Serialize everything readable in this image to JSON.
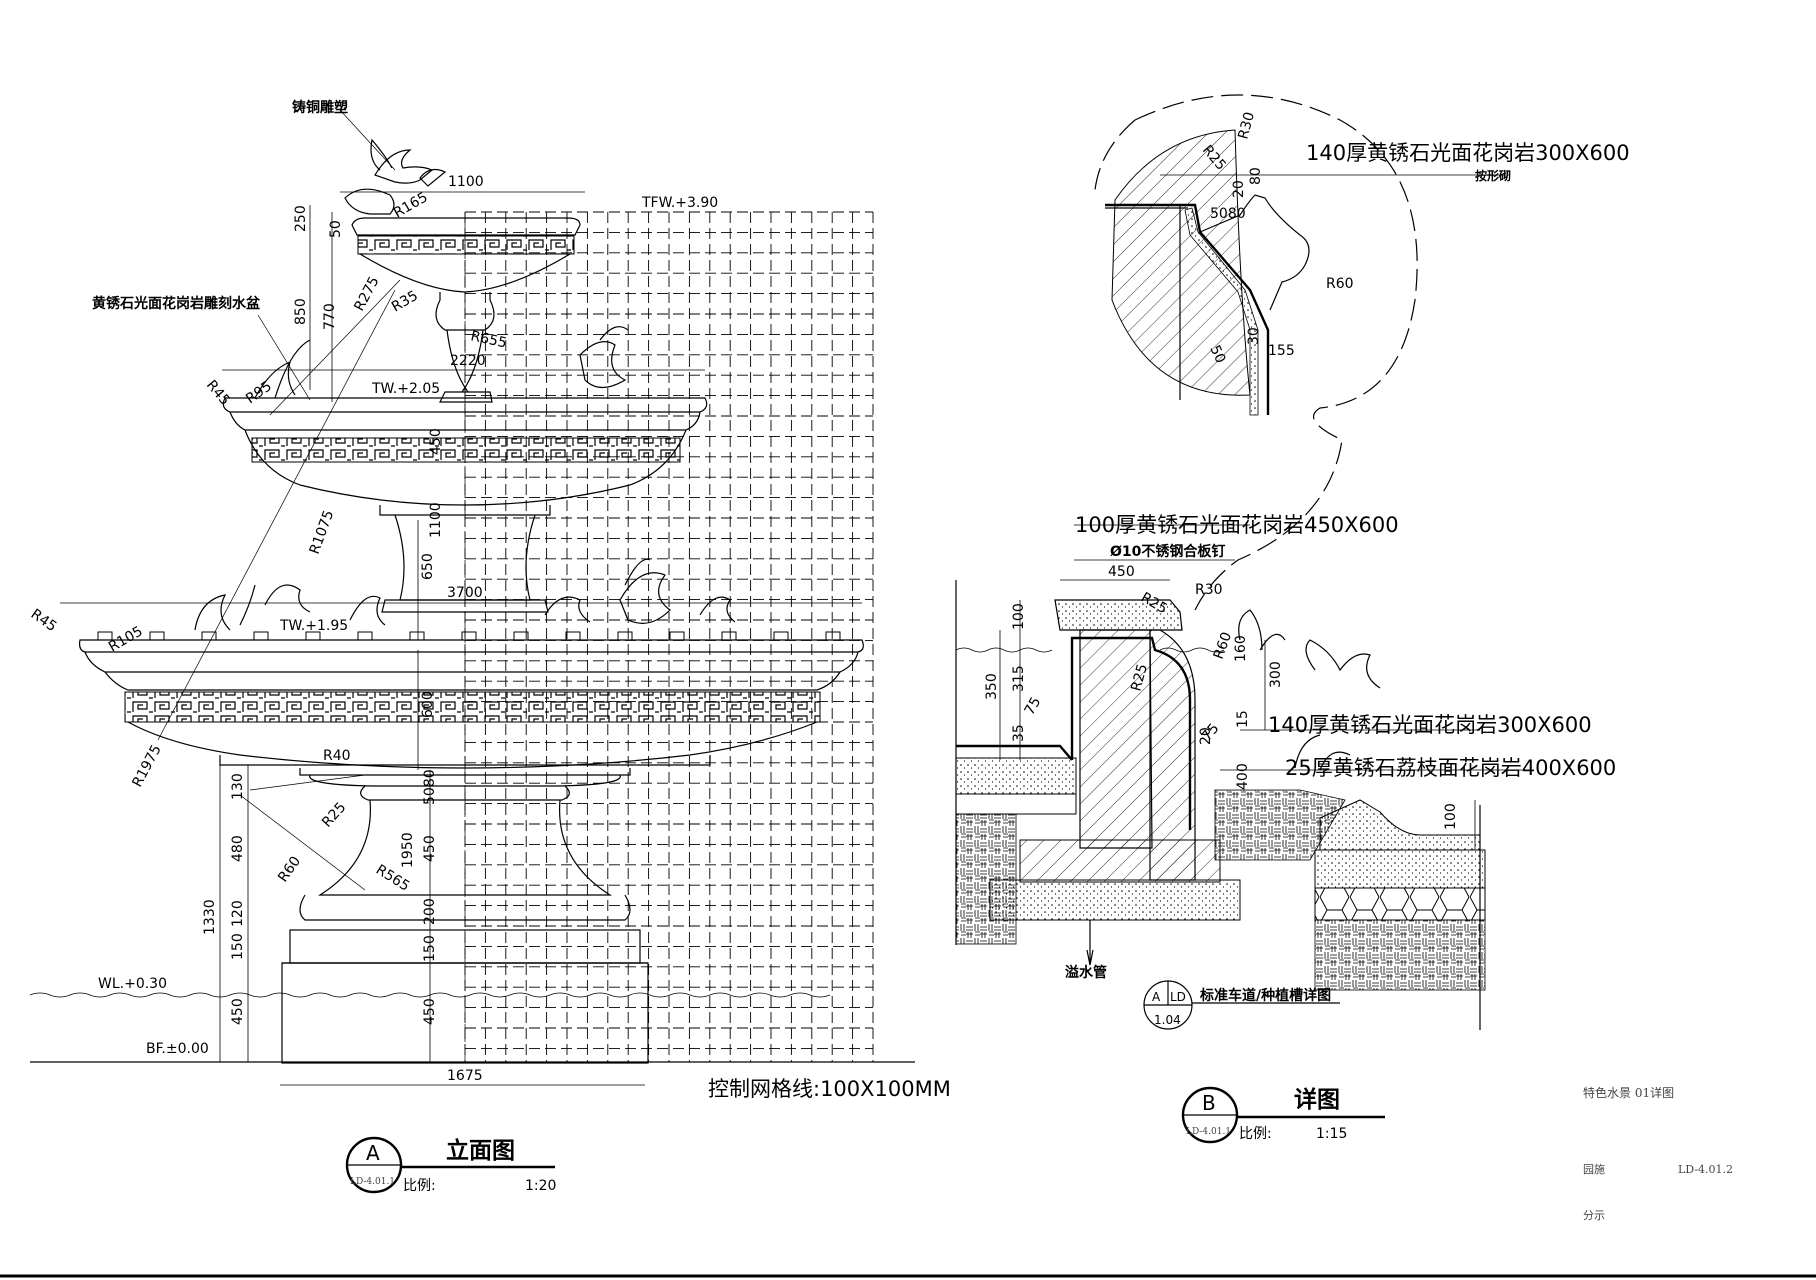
{
  "elevation": {
    "labels": {
      "bronze_sculpture": "铸铜雕塑",
      "basin": "黄锈石光面花岗岩雕刻水盆",
      "tfw": "TFW.+3.90",
      "tw_upper": "TW.+2.05",
      "tw_lower": "TW.+1.95",
      "wl": "WL.+0.30",
      "bf": "BF.±0.00",
      "grid_note": "控制网格线:100X100MM"
    },
    "dims": {
      "top_width": "1100",
      "d250": "250",
      "d50": "50",
      "d850": "850",
      "d770": "770",
      "mid_width": "2220",
      "d1100v": "1100",
      "d650": "650",
      "low_width": "3700",
      "d600": "600",
      "d130": "130",
      "d480": "480",
      "d120": "120",
      "d150": "150",
      "d450": "450",
      "d1330": "1330",
      "d5080": "5080",
      "d1950": "1950",
      "d450b": "450",
      "d200": "200",
      "d150b": "150",
      "d450c": "450",
      "base_width": "1675",
      "d450top": "450"
    },
    "radii": {
      "r165": "R165",
      "r275": "R275",
      "r35": "R35",
      "r655": "R655",
      "r45a": "R45",
      "r95": "R95",
      "r1075": "R1075",
      "r45b": "R45",
      "r105": "R105",
      "r1975": "R1975",
      "r40": "R40",
      "r25": "R25",
      "r60": "R60",
      "r565": "R565"
    },
    "title_block": {
      "mark": "A",
      "sheet": "LD-4.01.1",
      "title": "立面图",
      "scale_label": "比例:",
      "scale": "1:20"
    }
  },
  "detail": {
    "labels": {
      "top_note": "140厚黄锈石光面花岗岩300X600",
      "top_note2": "按形砌",
      "note_100": "100厚黄锈石光面花岗岩450X600",
      "note_pin": "Ø10不锈钢合板钉",
      "note_140": "140厚黄锈石光面花岗岩300X600",
      "note_25": "25厚黄锈石荔枝面花岗岩400X600",
      "overflow": "溢水管",
      "ref_text": "标准车道/种植槽详图",
      "ref_mark": "A",
      "ref_ld": "LD",
      "ref_num": "1.04"
    },
    "dims": {
      "r30a": "R30",
      "r25a": "R25",
      "d80": "80",
      "d20": "20",
      "d5080": "5080",
      "r60a": "R60",
      "d50": "50",
      "d155": "155",
      "d30": "30",
      "d450": "450",
      "r25b": "R25",
      "r30b": "R30",
      "d100": "100",
      "d350": "350",
      "d315": "315",
      "d75": "75",
      "d35": "35",
      "r60b": "R60",
      "d160": "160",
      "d300": "300",
      "d15": "15",
      "d20b": "20",
      "d400": "400",
      "d100b": "100",
      "r25c": "R25",
      "d75b": "75"
    },
    "title_block": {
      "mark": "B",
      "sheet": "LD-4.01.1",
      "title": "详图",
      "scale_label": "比例:",
      "scale": "1:15"
    }
  },
  "sheet_info": {
    "drawing_name": "特色水景 01详图",
    "label_a": "园施",
    "code": "LD-4.01.2",
    "label_b": "分示"
  }
}
